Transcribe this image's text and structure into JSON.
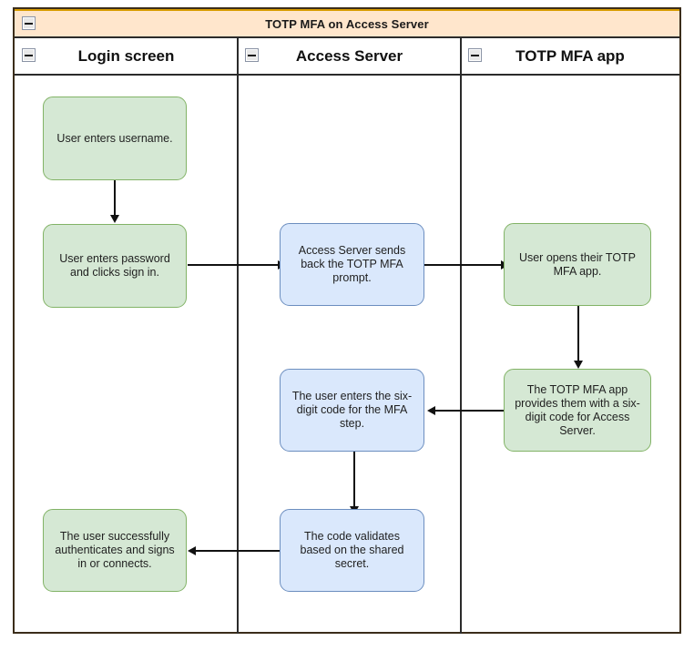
{
  "diagram": {
    "pool": {
      "title": "TOTP MFA on Access Server",
      "collapse_icon": "collapse-minus-icon",
      "title_bg": "#ffe6cc",
      "title_accent": "#d79b00",
      "frame_color": "#3b2d1a"
    },
    "lanes": [
      {
        "id": "login-screen",
        "label": "Login screen",
        "collapse_icon": "collapse-minus-icon"
      },
      {
        "id": "access-server",
        "label": "Access Server",
        "collapse_icon": "collapse-minus-icon"
      },
      {
        "id": "totp-mfa-app",
        "label": "TOTP MFA app",
        "collapse_icon": "collapse-minus-icon"
      }
    ],
    "palette": {
      "green_fill": "#d5e8d4",
      "green_stroke": "#82b366",
      "blue_fill": "#dae8fc",
      "blue_stroke": "#6c8ebf",
      "edge_color": "#111111"
    },
    "nodes": [
      {
        "id": "enter-username",
        "lane": "login-screen",
        "style": "green",
        "text": "User enters username."
      },
      {
        "id": "enter-password",
        "lane": "login-screen",
        "style": "green",
        "text": "User enters password and clicks sign in."
      },
      {
        "id": "mfa-prompt",
        "lane": "access-server",
        "style": "blue",
        "text": "Access Server sends back the TOTP MFA prompt."
      },
      {
        "id": "open-mfa-app",
        "lane": "totp-mfa-app",
        "style": "green",
        "text": "User opens their TOTP MFA app."
      },
      {
        "id": "app-provides-code",
        "lane": "totp-mfa-app",
        "style": "green",
        "text": "The TOTP MFA app provides them with a six-digit code for Access Server."
      },
      {
        "id": "enter-six-digit",
        "lane": "access-server",
        "style": "blue",
        "text": "The user enters the six-digit code for the MFA step."
      },
      {
        "id": "code-validates",
        "lane": "access-server",
        "style": "blue",
        "text": "The code validates based on the shared secret."
      },
      {
        "id": "auth-success",
        "lane": "login-screen",
        "style": "green",
        "text": "The user successfully authenticates and signs in or connects."
      }
    ],
    "edges": [
      {
        "id": "e1",
        "from": "enter-username",
        "to": "enter-password",
        "direction": "down"
      },
      {
        "id": "e2",
        "from": "enter-password",
        "to": "mfa-prompt",
        "direction": "right"
      },
      {
        "id": "e3",
        "from": "mfa-prompt",
        "to": "open-mfa-app",
        "direction": "right"
      },
      {
        "id": "e4",
        "from": "open-mfa-app",
        "to": "app-provides-code",
        "direction": "down"
      },
      {
        "id": "e5",
        "from": "app-provides-code",
        "to": "enter-six-digit",
        "direction": "left"
      },
      {
        "id": "e6",
        "from": "enter-six-digit",
        "to": "code-validates",
        "direction": "down"
      },
      {
        "id": "e7",
        "from": "code-validates",
        "to": "auth-success",
        "direction": "left"
      }
    ]
  }
}
